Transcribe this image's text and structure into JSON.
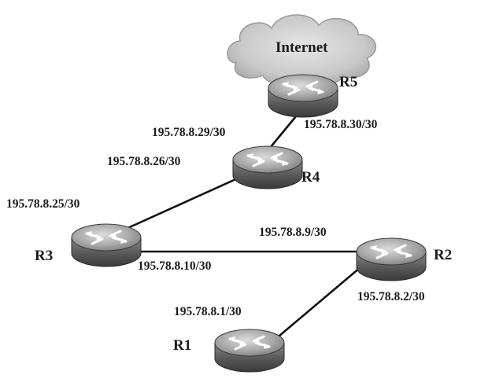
{
  "cloud": {
    "label": "Internet"
  },
  "routers": {
    "r1": "R1",
    "r2": "R2",
    "r3": "R3",
    "r4": "R4",
    "r5": "R5"
  },
  "addresses": {
    "r5_r4_r5side": "195.78.8.30/30",
    "r5_r4_r4side": "195.78.8.29/30",
    "r4_r3_r4side": "195.78.8.26/30",
    "r4_r3_r3side": "195.78.8.25/30",
    "r3_r2_r2side": "195.78.8.9/30",
    "r3_r2_r3side": "195.78.8.10/30",
    "r2_r1_r2side": "195.78.8.2/30",
    "r2_r1_r1side": "195.78.8.1/30"
  }
}
